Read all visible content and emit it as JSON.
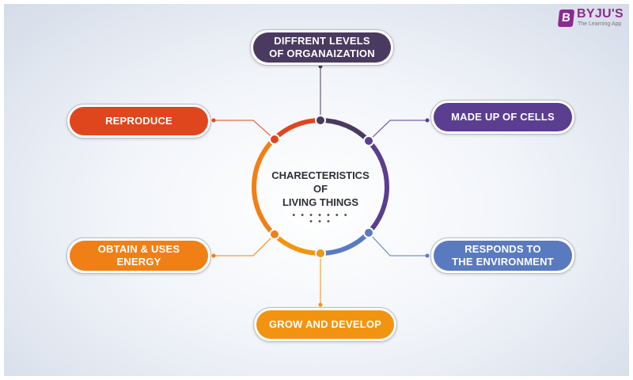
{
  "diagram": {
    "center": {
      "lines": [
        "CHARECTERISTICS",
        "OF",
        "LIVING THINGS"
      ],
      "dots": "• • • • • • • • • •"
    },
    "nodes": [
      {
        "id": "levels",
        "lines": [
          "DIFFRENT LEVELS",
          "OF ORGANAIZATION"
        ],
        "color": "#4a3a60"
      },
      {
        "id": "cells",
        "lines": [
          "MADE UP OF CELLS"
        ],
        "color": "#5b3e90"
      },
      {
        "id": "responds",
        "lines": [
          "RESPONDS TO",
          "THE ENVIRONMENT"
        ],
        "color": "#5a7ac0"
      },
      {
        "id": "grow",
        "lines": [
          "GROW AND DEVELOP"
        ],
        "color": "#f29412"
      },
      {
        "id": "energy",
        "lines": [
          "OBTAIN & USES",
          "ENERGY"
        ],
        "color": "#f08016"
      },
      {
        "id": "reproduce",
        "lines": [
          "REPRODUCE"
        ],
        "color": "#e0461e"
      }
    ]
  },
  "logo": {
    "badge": "B",
    "name": "BYJU'S",
    "tagline": "The Learning App",
    "color": "#8a2b8f"
  }
}
